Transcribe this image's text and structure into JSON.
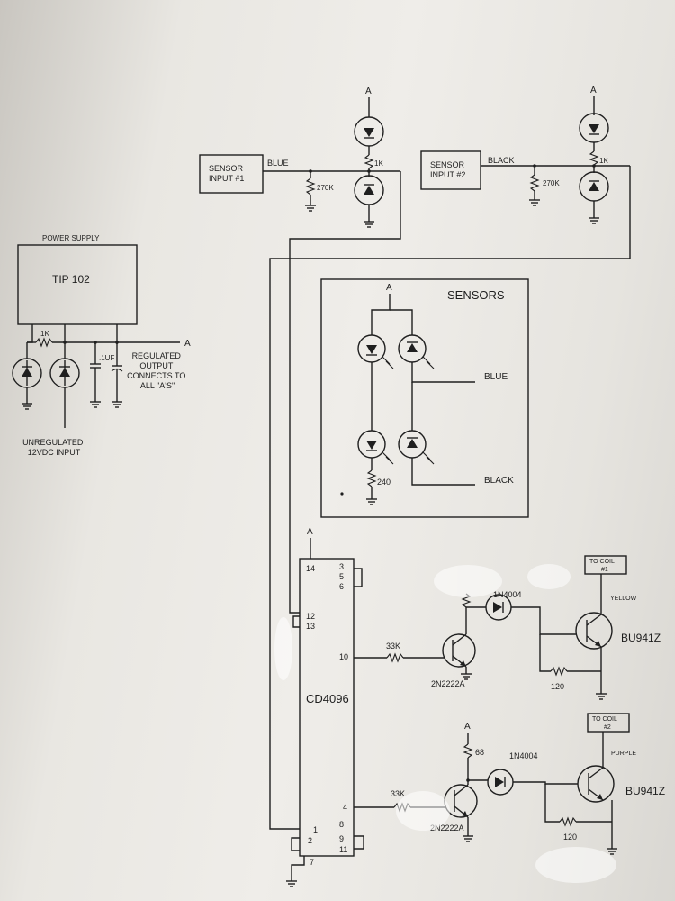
{
  "colors": {
    "paper": "#ecebe7",
    "ink": "#1f1f1f",
    "edge": "#bfbdb7"
  },
  "power_supply": {
    "title": "POWER SUPPLY",
    "regulator": "TIP 102",
    "resistor": "1K",
    "capacitor": ".1UF",
    "output_node": "A",
    "output_label": [
      "REGULATED",
      "OUTPUT",
      "CONNECTS TO",
      "ALL \"A'S\""
    ],
    "input_label": [
      "UNREGULATED",
      "12VDC INPUT"
    ]
  },
  "sensor_inputs": [
    {
      "box_lines": [
        "SENSOR",
        "INPUT #1"
      ],
      "wire": "BLUE",
      "pulldown": "270K",
      "limit": "1K",
      "node": "A"
    },
    {
      "box_lines": [
        "SENSOR",
        "INPUT #2"
      ],
      "wire": "BLACK",
      "pulldown": "270K",
      "limit": "1K",
      "node": "A"
    }
  ],
  "sensors_panel": {
    "title": "SENSORS",
    "node": "A",
    "out_top": "BLUE",
    "out_bottom": "BLACK",
    "resistor": "240"
  },
  "ic": {
    "name": "CD4096",
    "supply_node": "A",
    "pins_left": [
      "14",
      "12",
      "13",
      "10",
      "4",
      "1",
      "2",
      "7"
    ],
    "pins_right": [
      "3",
      "5",
      "6",
      "8",
      "9",
      "11"
    ]
  },
  "drivers": [
    {
      "base_resistor": "33K",
      "transistor": "2N2222A",
      "pullup": "",
      "diode": "1N4004",
      "coil_lines": [
        "TO COIL",
        "#1"
      ],
      "wire": "YELLOW",
      "output": "BU941Z",
      "feedback": "120"
    },
    {
      "base_resistor": "33K",
      "transistor": "2N2222A",
      "pullup": "68",
      "node": "A",
      "diode": "1N4004",
      "coil_lines": [
        "TO COIL",
        "#2"
      ],
      "wire": "PURPLE",
      "output": "BU941Z",
      "feedback": "120"
    }
  ]
}
